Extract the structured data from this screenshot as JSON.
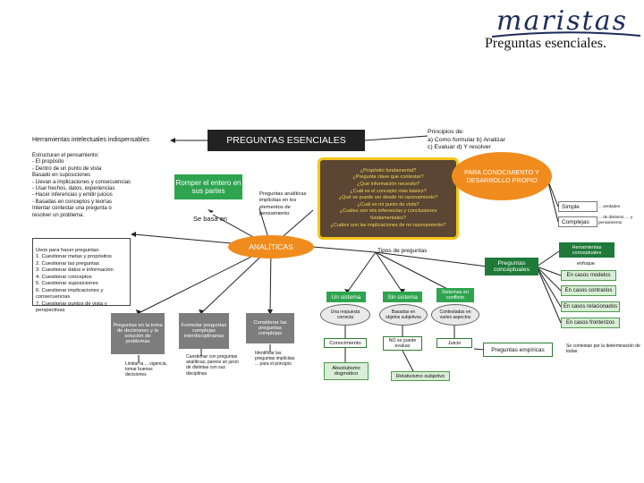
{
  "header": {
    "logo_text": "maristas",
    "page_title": "Preguntas esenciales."
  },
  "map": {
    "title": "PREGUNTAS ESENCIALES",
    "left_heading": "Herramientas intelectuales indispensables",
    "left_list": "Estructuran el pensamiento:\n-  El propósito\n-  Dentro de un punto de vista\n   Basado en suposiciones\n-  Llevan a implicaciones y consecuencias\n-  Usar hechos, datos, experiencias\n-  Hacer inferencias y emitir juicios\n-  Basadas en conceptos y teorías\n   Intentar contestar una pregunta o\n   resolver un problema.",
    "romper": "Romper el entero en sus partes",
    "se_basa": "Se basa en",
    "preguntas_analiticas": "Preguntas analíticas implícitas en los elementos de pensamiento:",
    "principios": "Principios de:\na) Como formular    b) Analizar\nc) Evaluar             d) Y resolver",
    "center_questions": "¿Propósito fundamental?\n¿Pregunta clave que contestar?\n¿Qué información necesito?\n¿Cuál es el concepto más básico?\n¿Qué se puede ver desde mi razonamiento?\n¿Cuál es mi punto de vista?\n¿Cuáles son mis inferencias y conclusiones fundamentales?\n¿Cuáles son las implicaciones de mi razonamiento?",
    "para": "PARA CONOCIMIENTO Y DESARROLLO PROPIO",
    "simple": "Simple",
    "simple_note": "... verdades",
    "complejas": "Complejas",
    "complejas_note": "... de distintos, ... y pensamiento",
    "analiticas": "ANALÍTICAS",
    "tipos": "Tipos de preguntas",
    "usos_list": "Usos para hacer preguntas:\n1. Cuestionar metas y propósitos\n2. Cuestionar las preguntas\n3. Cuestionar datos e información\n4. Cuestionar conceptos\n5. Cuestionar suposiciones\n6. Cuestionar implicaciones y consecuencias\n7. Cuestionar puntos de vista y perspectivas",
    "preguntas_disc": "Preguntas conceptuales",
    "herramientas_conc": "Herramientas conceptuales",
    "enfoque": "enfoque",
    "en_casos_modelos": "En casos modelos",
    "en_casos_contrarios": "En casos contrarios",
    "en_casos_relacionados": "En casos relacionados",
    "en_casos_fronterizos": "En casos fronterizos",
    "fronterizos_note": "Se contestan por la determinación de todas",
    "un_sistema": "Un sistema",
    "sin_sistema": "Sin sistema",
    "sistemas_conflicto": "Sistemas en conflicto",
    "cloud1": "Una respuesta correcta",
    "cloud2": "Basadas en objetos subjetivos",
    "cloud3": "Contestadas en varios aspectos",
    "conocimiento": "Conocimiento",
    "no_se_puede": "NO se puede evaluar",
    "juicio": "Juicio",
    "preguntas_empiricas": "Preguntas empíricas",
    "absolutismo": "Absolutismo dogmático",
    "relativismo": "Relativismo subjetivo",
    "dark1": "Preguntas en la toma de decisiones y la solución de problemas",
    "dark2": "Formular preguntas complejas interdisciplinarias",
    "dark3": "Considerar las preguntas complejas",
    "note1": "Limitar la ... vigencia, tomar buenas decisiones",
    "note2": "Cuestionar con preguntas analíticas, parece un juicio de distintas con sus disciplinas",
    "note3": "Identificar las preguntas implícitas ... para el principio"
  },
  "colors": {
    "green": "#2ea44f",
    "orange": "#f08c1e",
    "dark_header": "#222222",
    "yellow_box": "#f5c518",
    "brown_box": "#5a4632",
    "light_green": "#d9eed6",
    "gray": "#7d7d7d",
    "logo": "#1c2b5a"
  }
}
